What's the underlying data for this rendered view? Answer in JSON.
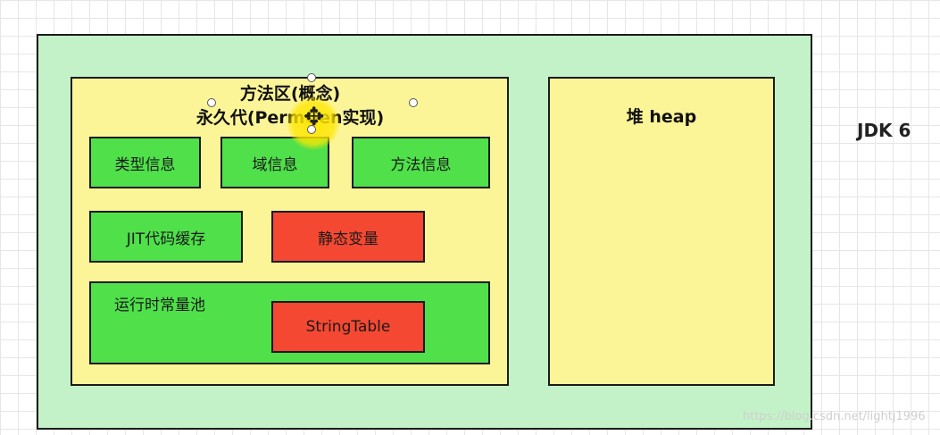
{
  "diagram": {
    "method_area": {
      "title": "方法区(概念)",
      "subtitle": "永久代(PermGen实现)",
      "boxes": {
        "type_info": "类型信息",
        "field_info": "域信息",
        "method_info": "方法信息",
        "jit_cache": "JIT代码缓存",
        "static_vars": "静态变量",
        "runtime_pool": "运行时常量池",
        "string_table": "StringTable"
      }
    },
    "heap": {
      "title": "堆 heap"
    },
    "version_label": "JDK 6"
  },
  "colors": {
    "outer_background": "#c4f2c8",
    "area_background": "#fcf597",
    "green_box": "#4fe04a",
    "red_box": "#f54832",
    "cursor_highlight": "#ffe600"
  },
  "overlay": {
    "cursor_icon": "move-cursor-icon",
    "watermark": "https://blog.csdn.net/lightj1996"
  }
}
